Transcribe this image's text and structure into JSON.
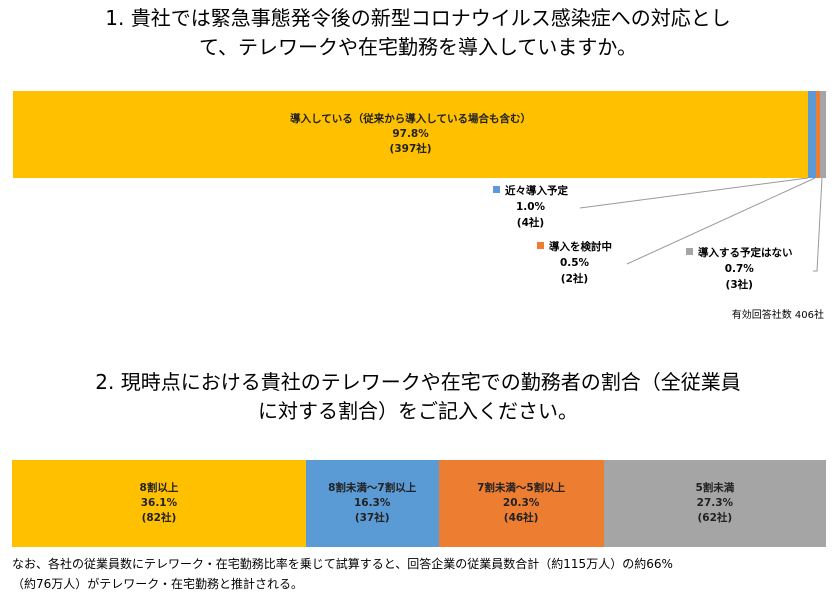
{
  "chart_data": [
    {
      "type": "bar",
      "orientation": "horizontal-stacked-100",
      "title_line1": "1.  貴社では緊急事態発令後の新型コロナウイルス感染症への対応とし",
      "title_line2": "て、テレワークや在宅勤務を導入していますか。",
      "total_note": "有効回答社数 406社",
      "segments": [
        {
          "name": "導入している（従来から導入している場合も含む）",
          "value": 97.8,
          "pct": "97.8%",
          "count": "(397社)",
          "color": "#FFC000"
        },
        {
          "name": "近々導入予定",
          "value": 1.0,
          "pct": "1.0%",
          "count": "(4社)",
          "color": "#5B9BD5"
        },
        {
          "name": "導入を検討中",
          "value": 0.5,
          "pct": "0.5%",
          "count": "(2社)",
          "color": "#ED7D31"
        },
        {
          "name": "導入する予定はない",
          "value": 0.7,
          "pct": "0.7%",
          "count": "(3社)",
          "color": "#A5A5A5"
        }
      ]
    },
    {
      "type": "bar",
      "orientation": "horizontal-stacked-100",
      "title_line1": "2.  現時点における貴社のテレワークや在宅での勤務者の割合（全従業員",
      "title_line2": "に対する割合）をご記入ください。",
      "segments": [
        {
          "name": "8割以上",
          "value": 36.1,
          "pct": "36.1%",
          "count": "(82社)",
          "color": "#FFC000"
        },
        {
          "name": "8割未満～7割以上",
          "value": 16.3,
          "pct": "16.3%",
          "count": "(37社)",
          "color": "#5B9BD5"
        },
        {
          "name": "7割未満～5割以上",
          "value": 20.3,
          "pct": "20.3%",
          "count": "(46社)",
          "color": "#ED7D31"
        },
        {
          "name": "5割未満",
          "value": 27.3,
          "pct": "27.3%",
          "count": "(62社)",
          "color": "#A5A5A5"
        }
      ]
    }
  ],
  "note_line1": "なお、各社の従業員数にテレワーク・在宅勤務比率を乗じて試算すると、回答企業の従業員数合計（約115万人）の約66%",
  "note_line2": "（約76万人）がテレワーク・在宅勤務と推計される。"
}
